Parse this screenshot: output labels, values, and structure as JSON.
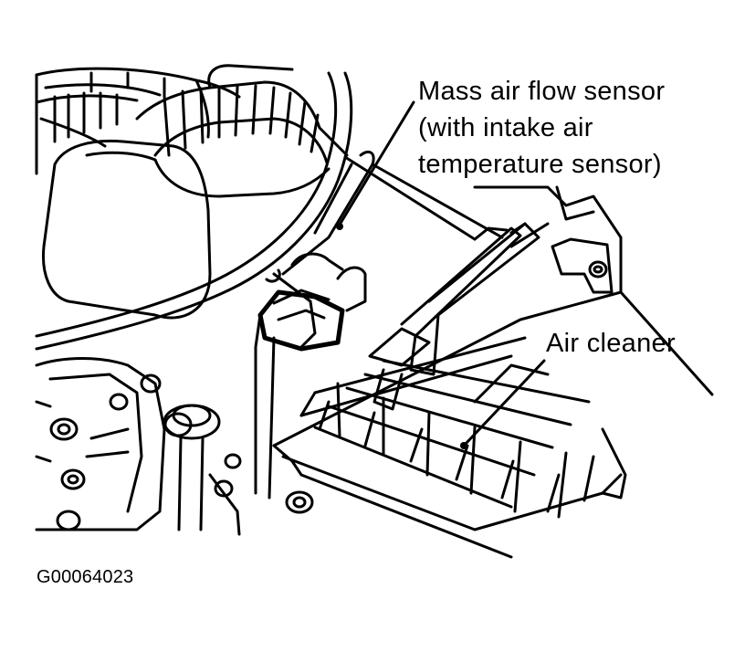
{
  "callouts": {
    "mass_air_flow_sensor": {
      "lines": [
        "Mass air flow sensor",
        "(with intake air",
        "temperature sensor)"
      ]
    },
    "air_cleaner": {
      "label": "Air cleaner"
    }
  },
  "figure_id": "G00064023",
  "colors": {
    "ink": "#000000",
    "paper": "#ffffff"
  }
}
